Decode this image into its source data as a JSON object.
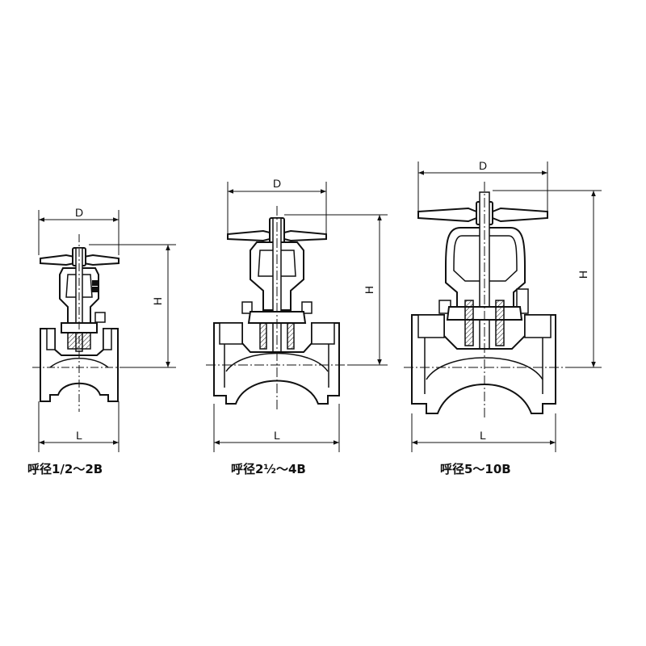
{
  "valves": [
    {
      "id": "small",
      "caption": "呼径1/2～2B",
      "dim_d": "D",
      "dim_h": "H",
      "dim_l": "L"
    },
    {
      "id": "medium",
      "caption": "呼径2½～4B",
      "dim_d": "D",
      "dim_h": "H",
      "dim_l": "L"
    },
    {
      "id": "large",
      "caption": "呼径5～10B",
      "dim_d": "D",
      "dim_h": "H",
      "dim_l": "L"
    }
  ]
}
